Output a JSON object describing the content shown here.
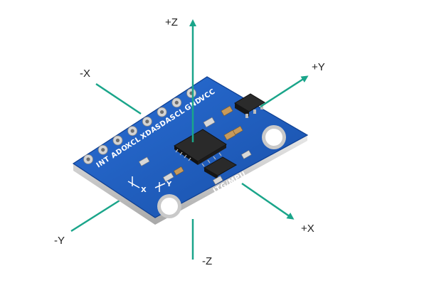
{
  "axes": {
    "plus_z": "+Z",
    "minus_z": "-Z",
    "plus_y": "+Y",
    "minus_y": "-Y",
    "plus_x": "+X",
    "minus_x": "-X"
  },
  "board": {
    "pins": [
      "VCC",
      "GND",
      "SCL",
      "SDA",
      "XDA",
      "XCL",
      "ADO",
      "INT"
    ],
    "silkscreen": "ITG/MPU",
    "axis_marks": {
      "x": "X",
      "y": "Y"
    }
  },
  "colors": {
    "axis_arrow": "#1aa58a",
    "board_blue": "#1d5fc4",
    "board_edge": "#0e3f92",
    "chip": "#2a2a2a",
    "pad": "#d4d4d4"
  }
}
